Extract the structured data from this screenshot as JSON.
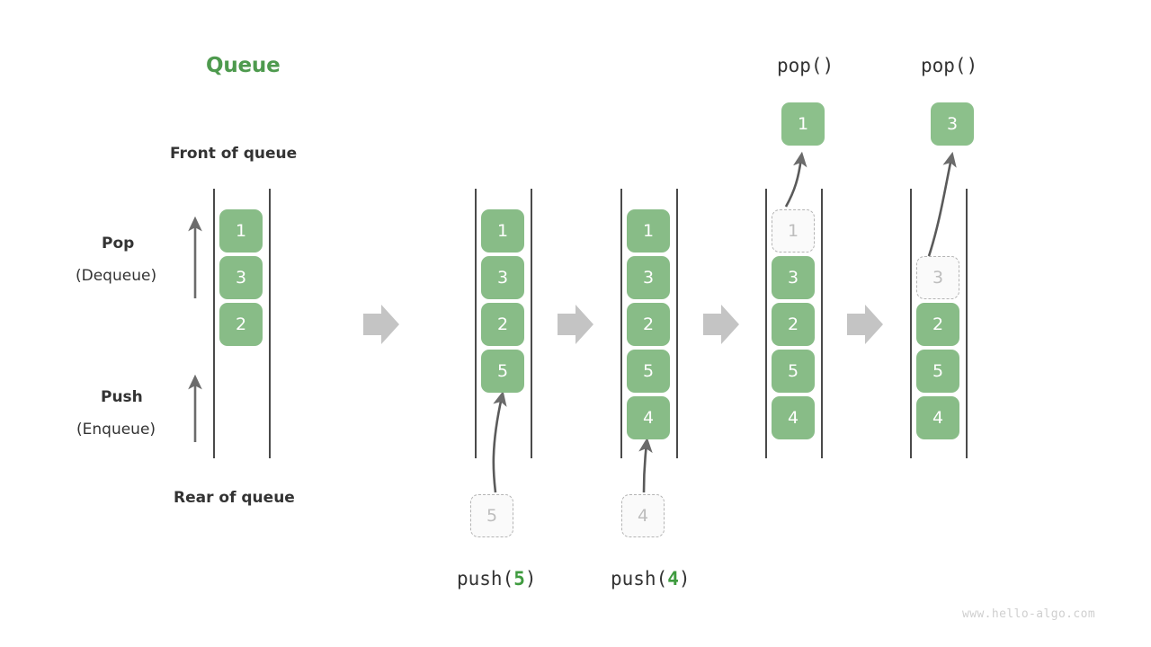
{
  "diagram": {
    "title": "Queue",
    "title_color": "#4e9a4e",
    "box_color": "#88bc87",
    "ghost_color": "#fafafa",
    "arrow_color": "#5a5a5a",
    "step_arrow_color": "#c4c4c4",
    "watermark": "www.hello-algo.com"
  },
  "labels": {
    "front_of_queue": "Front of queue",
    "rear_of_queue": "Rear of queue",
    "pop": "Pop",
    "pop_alt": "(Dequeue)",
    "push": "Push",
    "push_alt": "(Enqueue)"
  },
  "panels": [
    {
      "id": "initial",
      "caption": "",
      "caption_prefix": "",
      "caption_arg": "",
      "caption_suffix": "",
      "cells": [
        {
          "value": "1",
          "state": "filled"
        },
        {
          "value": "3",
          "state": "filled"
        },
        {
          "value": "2",
          "state": "filled"
        }
      ],
      "incoming": null,
      "outgoing": null
    },
    {
      "id": "push-5",
      "caption_prefix": "push(",
      "caption_arg": "5",
      "caption_suffix": ")",
      "cells": [
        {
          "value": "1",
          "state": "filled"
        },
        {
          "value": "3",
          "state": "filled"
        },
        {
          "value": "2",
          "state": "filled"
        },
        {
          "value": "5",
          "state": "filled"
        }
      ],
      "incoming": {
        "value": "5",
        "state": "ghost"
      },
      "outgoing": null
    },
    {
      "id": "push-4",
      "caption_prefix": "push(",
      "caption_arg": "4",
      "caption_suffix": ")",
      "cells": [
        {
          "value": "1",
          "state": "filled"
        },
        {
          "value": "3",
          "state": "filled"
        },
        {
          "value": "2",
          "state": "filled"
        },
        {
          "value": "5",
          "state": "filled"
        },
        {
          "value": "4",
          "state": "filled"
        }
      ],
      "incoming": {
        "value": "4",
        "state": "ghost"
      },
      "outgoing": null
    },
    {
      "id": "pop-1",
      "caption_prefix": "pop()",
      "caption_arg": "",
      "caption_suffix": "",
      "cells": [
        {
          "value": "1",
          "state": "ghost"
        },
        {
          "value": "3",
          "state": "filled"
        },
        {
          "value": "2",
          "state": "filled"
        },
        {
          "value": "5",
          "state": "filled"
        },
        {
          "value": "4",
          "state": "filled"
        }
      ],
      "incoming": null,
      "outgoing": {
        "value": "1",
        "state": "popped"
      }
    },
    {
      "id": "pop-3",
      "caption_prefix": "pop()",
      "caption_arg": "",
      "caption_suffix": "",
      "cells": [
        {
          "value": "3",
          "state": "ghost"
        },
        {
          "value": "2",
          "state": "filled"
        },
        {
          "value": "5",
          "state": "filled"
        },
        {
          "value": "4",
          "state": "filled"
        }
      ],
      "incoming": null,
      "outgoing": {
        "value": "3",
        "state": "popped"
      }
    }
  ],
  "top_ops": [
    {
      "label": "pop()"
    },
    {
      "label": "pop()"
    }
  ]
}
